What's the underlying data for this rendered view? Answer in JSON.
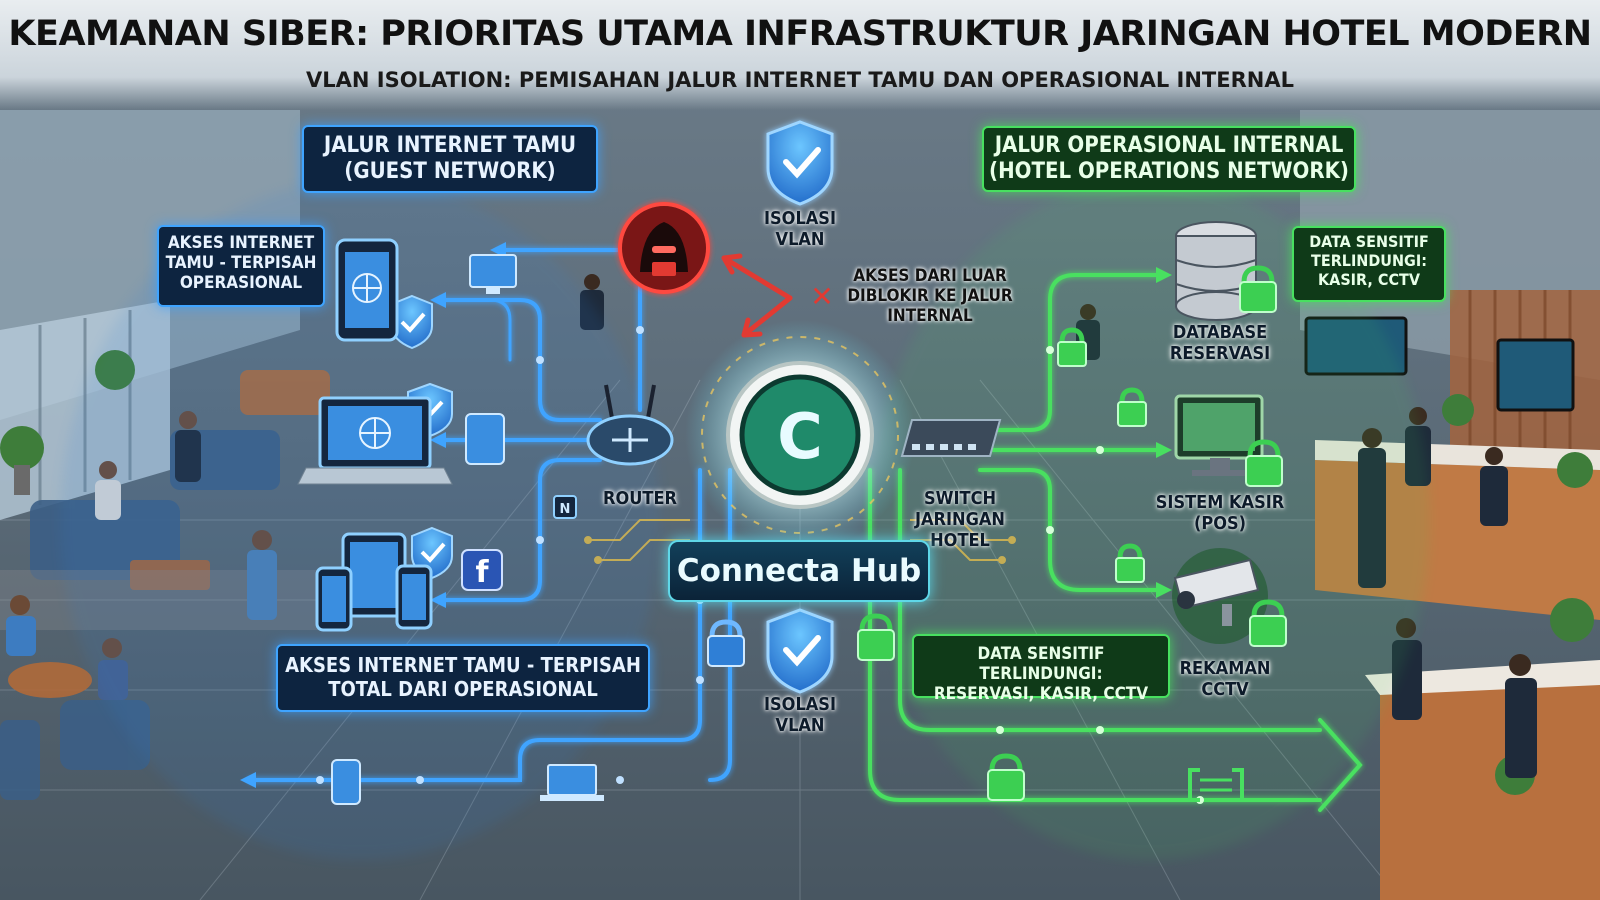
{
  "title": "KEAMANAN SIBER: PRIORITAS UTAMA INFRASTRUKTUR JARINGAN HOTEL MODERN",
  "subtitle": "VLAN ISOLATION: PEMISAHAN JALUR INTERNET TAMU DAN OPERASIONAL INTERNAL",
  "guest_network": {
    "title_line1": "JALUR INTERNET TAMU",
    "title_line2": "(GUEST NETWORK)",
    "side_label_line1": "AKSES INTERNET",
    "side_label_line2": "TAMU - TERPISAH",
    "side_label_line3": "OPERASIONAL",
    "bottom_label_line1": "AKSES INTERNET TAMU - TERPISAH",
    "bottom_label_line2": "TOTAL DARI OPERASIONAL"
  },
  "internal_network": {
    "title_line1": "JALUR OPERASIONAL INTERNAL",
    "title_line2": "(HOTEL OPERATIONS NETWORK)",
    "sensitive_top_line1": "DATA SENSITIF",
    "sensitive_top_line2": "TERLINDUNGI:",
    "sensitive_top_line3": "KASIR, CCTV",
    "sensitive_bottom_line1": "DATA SENSITIF TERLINDUNGI:",
    "sensitive_bottom_line2": "RESERVASI, KASIR, CCTV"
  },
  "center": {
    "isolasi_top_line1": "ISOLASI",
    "isolasi_top_line2": "VLAN",
    "isolasi_bottom_line1": "ISOLASI",
    "isolasi_bottom_line2": "VLAN",
    "blocked_line1": "AKSES DARI LUAR",
    "blocked_line2": "DIBLOKIR KE JALUR",
    "blocked_line3": "INTERNAL",
    "router": "ROUTER",
    "switch_line1": "SWITCH",
    "switch_line2": "JARINGAN",
    "switch_line3": "HOTEL",
    "hub": "Connecta Hub",
    "hub_glyph": "C"
  },
  "systems": {
    "database_line1": "DATABASE",
    "database_line2": "RESERVASI",
    "pos_line1": "SISTEM KASIR",
    "pos_line2": "(POS)",
    "cctv_line1": "REKAMAN",
    "cctv_line2": "CCTV"
  },
  "icons": {
    "facebook_glyph": "f",
    "nfc_glyph": "N",
    "blocked_glyph": "✕"
  },
  "colors": {
    "guest_accent": "#3fa4ff",
    "internal_accent": "#48e060",
    "threat": "#e23a32",
    "hub_accent": "#5fd7e8"
  }
}
